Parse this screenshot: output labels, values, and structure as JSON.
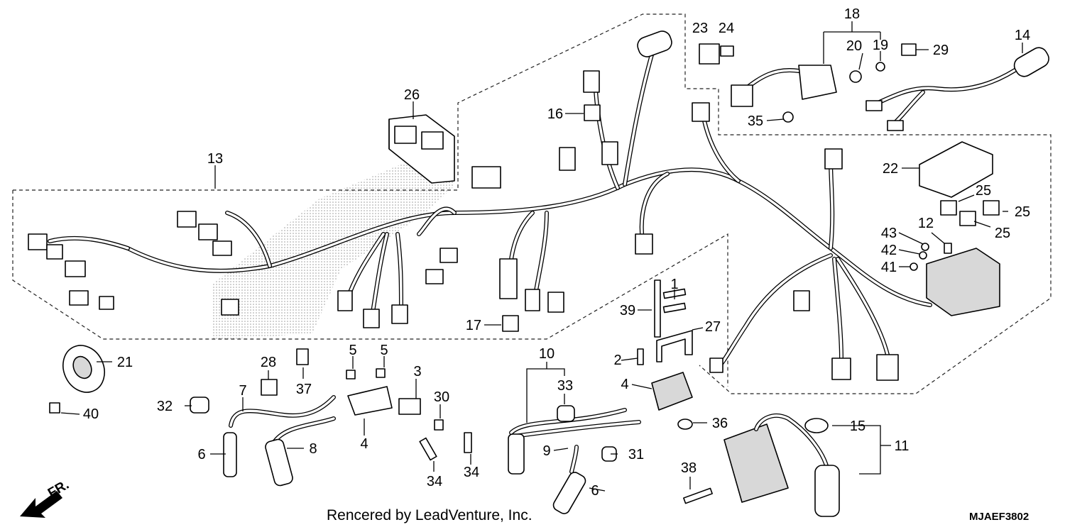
{
  "callouts": [
    {
      "id": "c1",
      "text": "1"
    },
    {
      "id": "c2",
      "text": "2"
    },
    {
      "id": "c3",
      "text": "3"
    },
    {
      "id": "c4a",
      "text": "4"
    },
    {
      "id": "c4b",
      "text": "4"
    },
    {
      "id": "c5a",
      "text": "5"
    },
    {
      "id": "c5b",
      "text": "5"
    },
    {
      "id": "c6a",
      "text": "6"
    },
    {
      "id": "c6b",
      "text": "6"
    },
    {
      "id": "c7",
      "text": "7"
    },
    {
      "id": "c8",
      "text": "8"
    },
    {
      "id": "c9",
      "text": "9"
    },
    {
      "id": "c10",
      "text": "10"
    },
    {
      "id": "c11",
      "text": "11"
    },
    {
      "id": "c12",
      "text": "12"
    },
    {
      "id": "c13",
      "text": "13"
    },
    {
      "id": "c14",
      "text": "14"
    },
    {
      "id": "c15",
      "text": "15"
    },
    {
      "id": "c16",
      "text": "16"
    },
    {
      "id": "c17",
      "text": "17"
    },
    {
      "id": "c18",
      "text": "18"
    },
    {
      "id": "c19",
      "text": "19"
    },
    {
      "id": "c20",
      "text": "20"
    },
    {
      "id": "c21",
      "text": "21"
    },
    {
      "id": "c22",
      "text": "22"
    },
    {
      "id": "c23",
      "text": "23"
    },
    {
      "id": "c24",
      "text": "24"
    },
    {
      "id": "c25a",
      "text": "25"
    },
    {
      "id": "c25b",
      "text": "25"
    },
    {
      "id": "c25c",
      "text": "25"
    },
    {
      "id": "c26",
      "text": "26"
    },
    {
      "id": "c27",
      "text": "27"
    },
    {
      "id": "c28",
      "text": "28"
    },
    {
      "id": "c29",
      "text": "29"
    },
    {
      "id": "c30",
      "text": "30"
    },
    {
      "id": "c31",
      "text": "31"
    },
    {
      "id": "c32",
      "text": "32"
    },
    {
      "id": "c33",
      "text": "33"
    },
    {
      "id": "c34a",
      "text": "34"
    },
    {
      "id": "c34b",
      "text": "34"
    },
    {
      "id": "c35",
      "text": "35"
    },
    {
      "id": "c36",
      "text": "36"
    },
    {
      "id": "c37",
      "text": "37"
    },
    {
      "id": "c38",
      "text": "38"
    },
    {
      "id": "c39",
      "text": "39"
    },
    {
      "id": "c40",
      "text": "40"
    },
    {
      "id": "c41",
      "text": "41"
    },
    {
      "id": "c42",
      "text": "42"
    },
    {
      "id": "c43",
      "text": "43"
    }
  ],
  "footer": {
    "credit": "Rencered by LeadVenture, Inc.",
    "diagram_code": "MJAEF3802",
    "direction_label": "FR."
  },
  "colors": {
    "ink": "#000000",
    "background": "#ffffff",
    "stipple": "#9a9a9a"
  }
}
